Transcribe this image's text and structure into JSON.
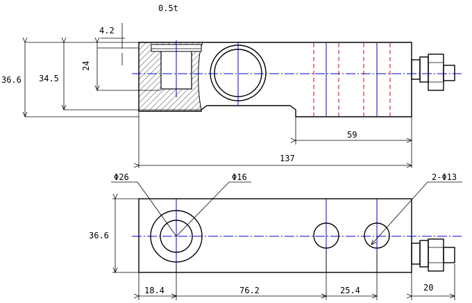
{
  "labels": {
    "thickness": "0.5t",
    "dim_4_2": "4.2",
    "dim_24": "24",
    "dim_36_6_side": "36.6",
    "dim_34_5": "34.5",
    "dim_59": "59",
    "dim_137": "137",
    "phi26": "Φ26",
    "phi16": "Φ16",
    "phi13": "2-Φ13",
    "dim_36_6_top": "36.6",
    "dim_18_4": "18.4",
    "dim_76_2": "76.2",
    "dim_25_4": "25.4",
    "dim_20": "20"
  },
  "colors": {
    "outline": "#000000",
    "centerline": "#0000cc",
    "hidden": "#cc0000"
  }
}
